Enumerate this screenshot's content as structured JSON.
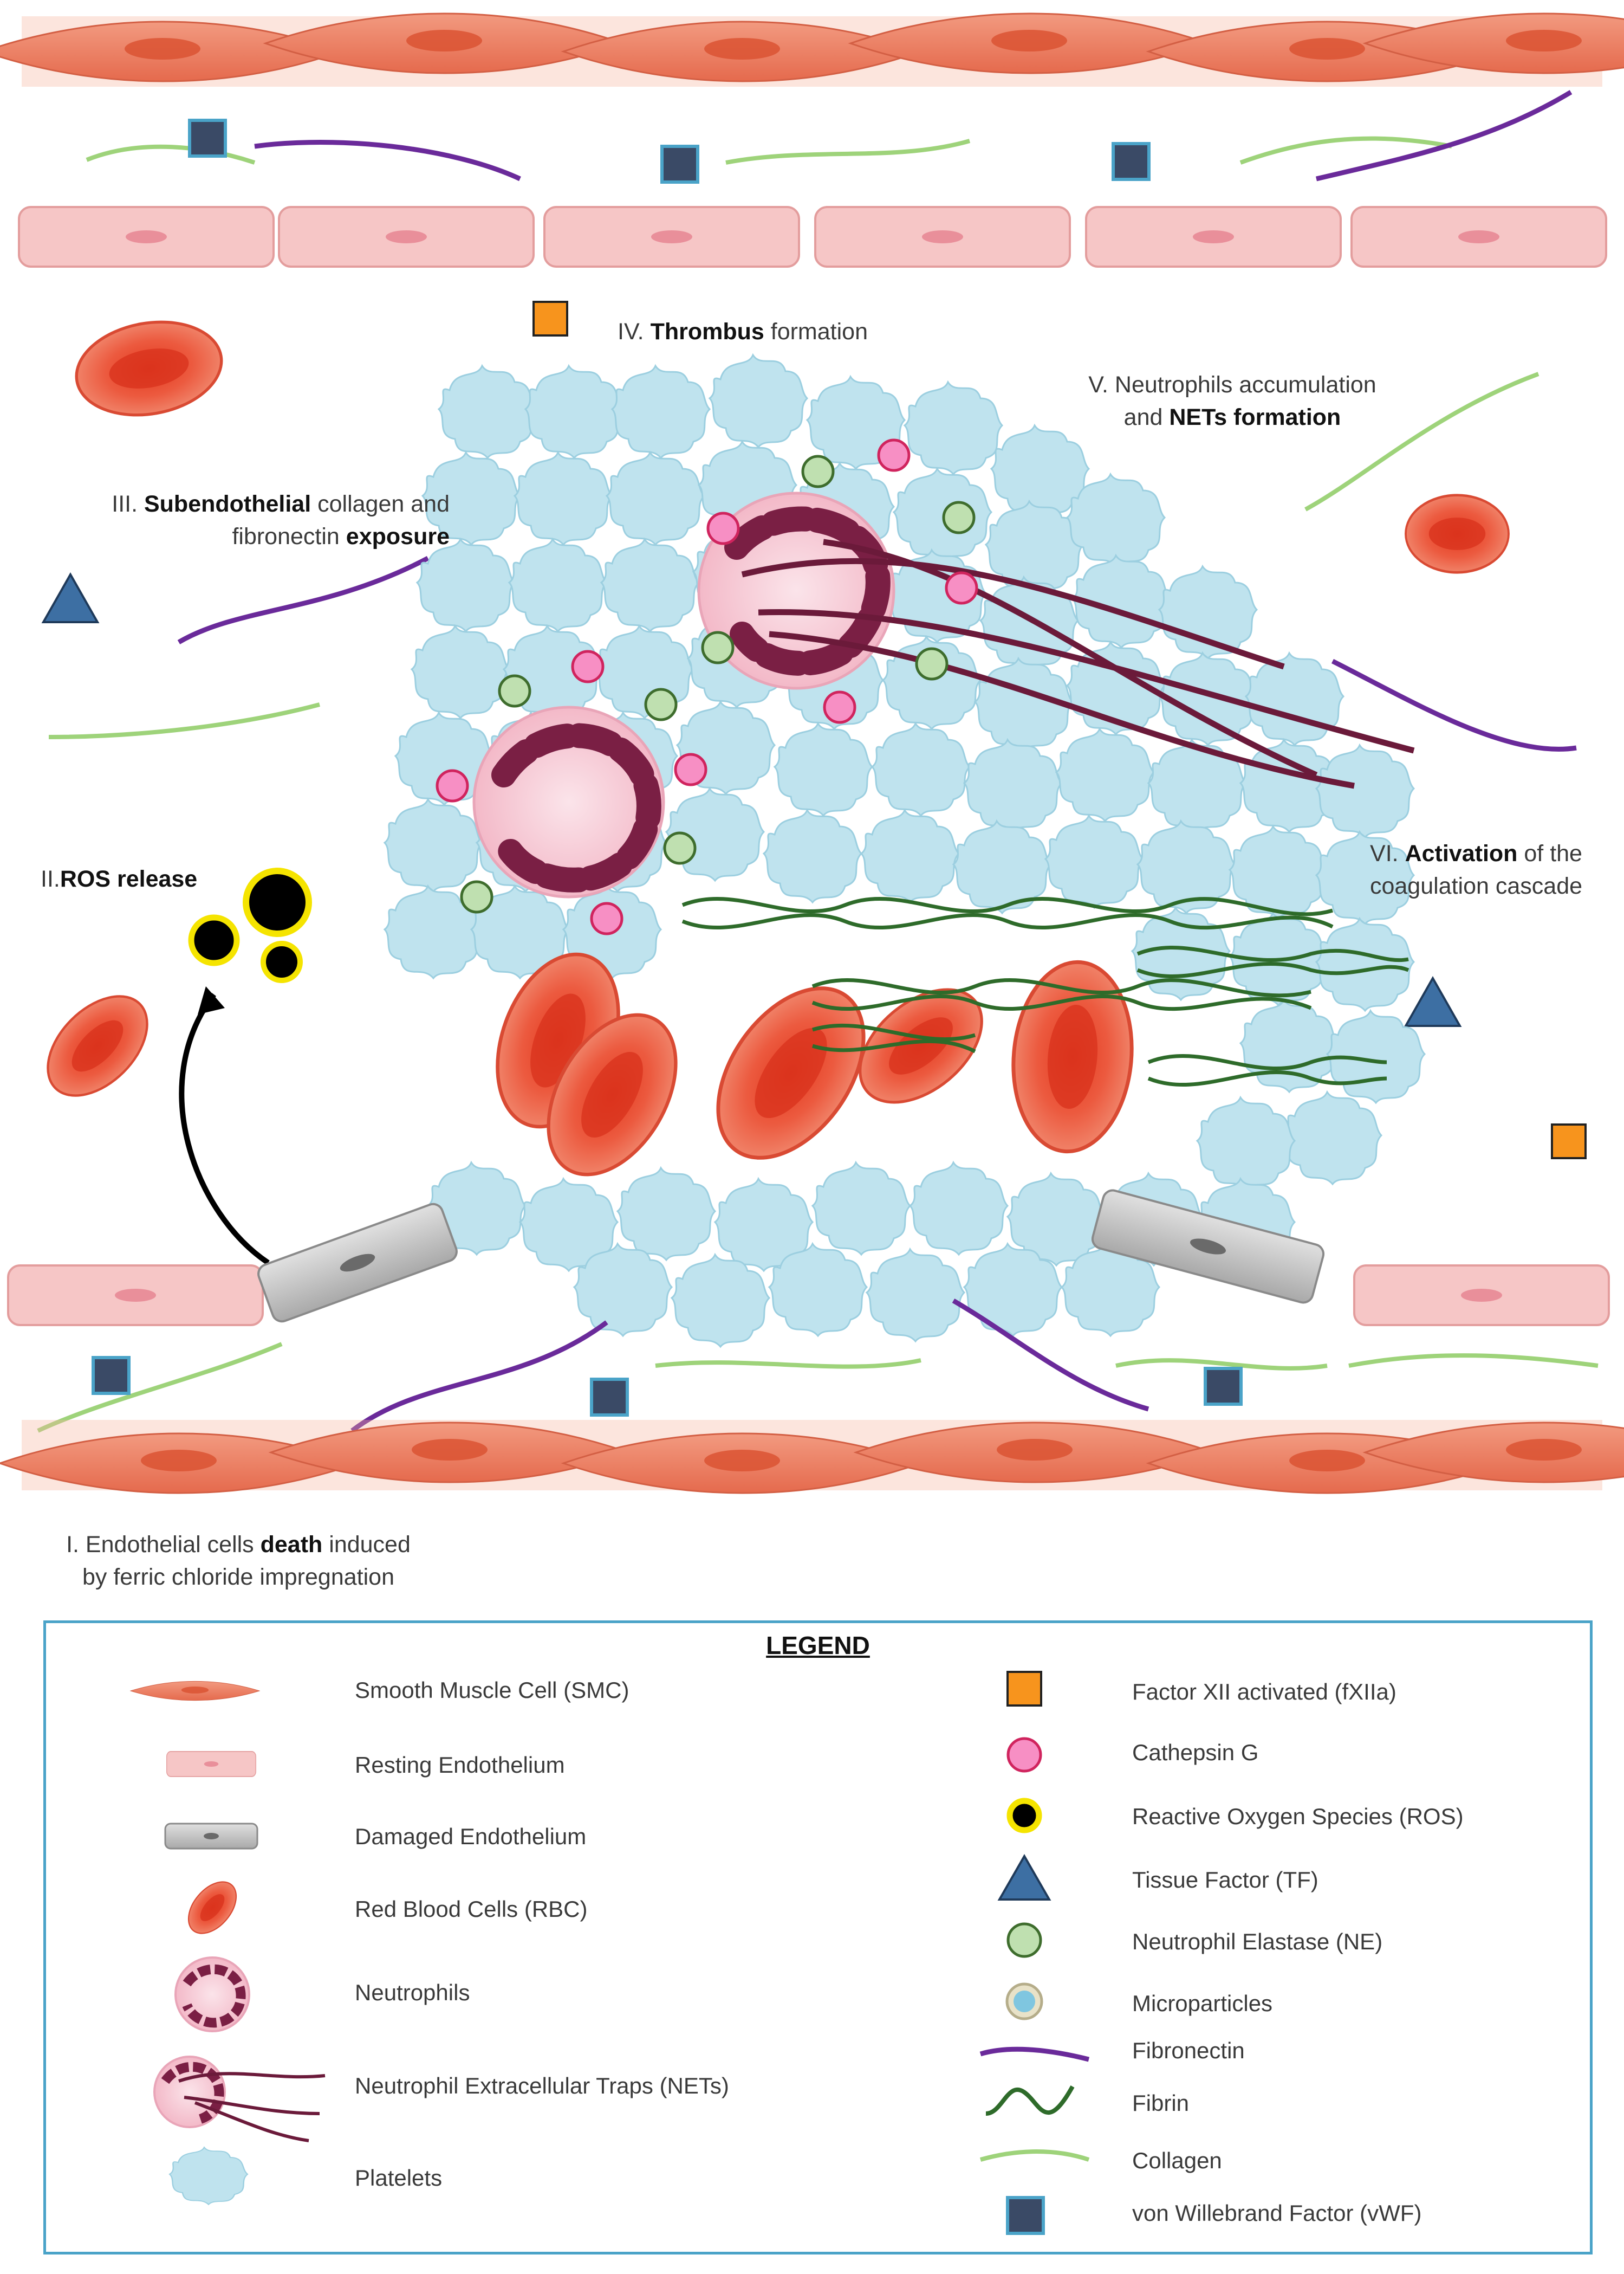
{
  "steps": {
    "s1_pre": "I. Endothelial cells ",
    "s1_bold": "death",
    "s1_post": " induced",
    "s1_line2": "by ferric chloride impregnation",
    "s2_pre": "II.",
    "s2_bold": "ROS release",
    "s3_pre": "III. ",
    "s3_bold": "Subendothelial",
    "s3_post": " collagen and",
    "s3_line2_pre": "fibronectin ",
    "s3_line2_bold": "exposure",
    "s4_pre": "IV. ",
    "s4_bold": "Thrombus",
    "s4_post": " formation",
    "s5_line1": "V. Neutrophils accumulation",
    "s5_line2_pre": "and ",
    "s5_line2_bold": "NETs formation",
    "s6_pre": "VI. ",
    "s6_bold": "Activation",
    "s6_post": " of the",
    "s6_line2": "coagulation cascade"
  },
  "legend": {
    "title": "LEGEND",
    "left": [
      "Smooth Muscle Cell (SMC)",
      "Resting Endothelium",
      "Damaged Endothelium",
      "Red Blood Cells (RBC)",
      "Neutrophils",
      "Neutrophil Extracellular Traps (NETs)",
      "Platelets"
    ],
    "right": [
      "Factor XII activated (fXIIa)",
      "Cathepsin G",
      "Reactive Oxygen Species (ROS)",
      "Tissue Factor (TF)",
      "Neutrophil Elastase (NE)",
      "Microparticles",
      "Fibronectin",
      "Fibrin",
      "Collagen",
      "von Willebrand Factor (vWF)"
    ]
  },
  "colors": {
    "smc": "#e8735a",
    "endothelium": "#f6c6c6",
    "damaged": "#c8c8c8",
    "rbc": "#e9573f",
    "platelet": "#bfe3ee",
    "fxiia": "#f7941d",
    "cathepsin": "#f78fc4",
    "ros_fill": "#000000",
    "ros_ring": "#f5e400",
    "tf": "#3d6fa3",
    "ne": "#bfe0b0",
    "fibronectin": "#6a2a9a",
    "fibrin": "#2e6b2a",
    "collagen": "#9ed37a",
    "vwf": "#3a4a66",
    "nets": "#6b1a3a",
    "legend_border": "#4aa3c8"
  }
}
